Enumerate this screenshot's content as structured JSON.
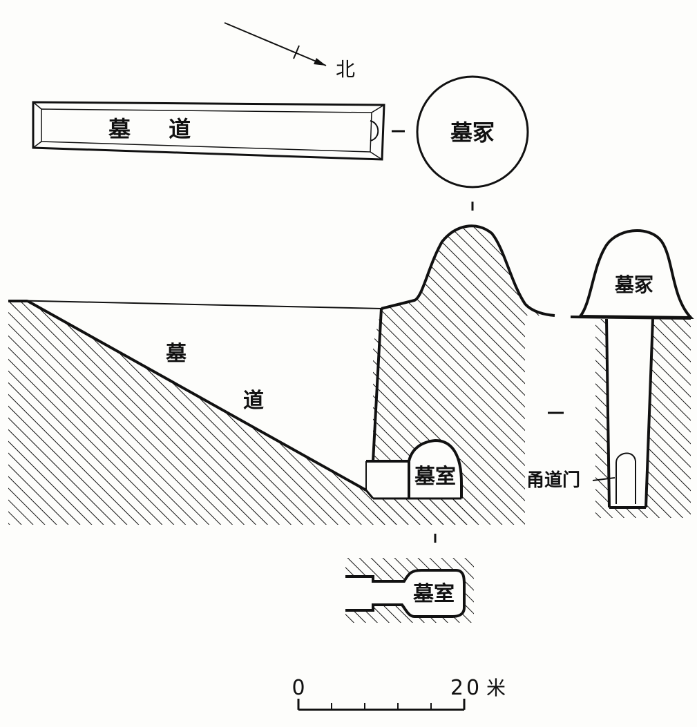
{
  "labels": {
    "north": "北",
    "plan_passage": "墓 道",
    "plan_mound": "墓冢",
    "section_passage_char1": "墓",
    "section_passage_char2": "道",
    "section_chamber": "墓室",
    "side_mound": "墓冢",
    "side_door": "甬道门",
    "lower_chamber": "墓室"
  },
  "scale": {
    "zero": "0",
    "end": "20",
    "unit": "米"
  },
  "colors": {
    "ink": "#111111",
    "paper": "#fdfdfb"
  }
}
